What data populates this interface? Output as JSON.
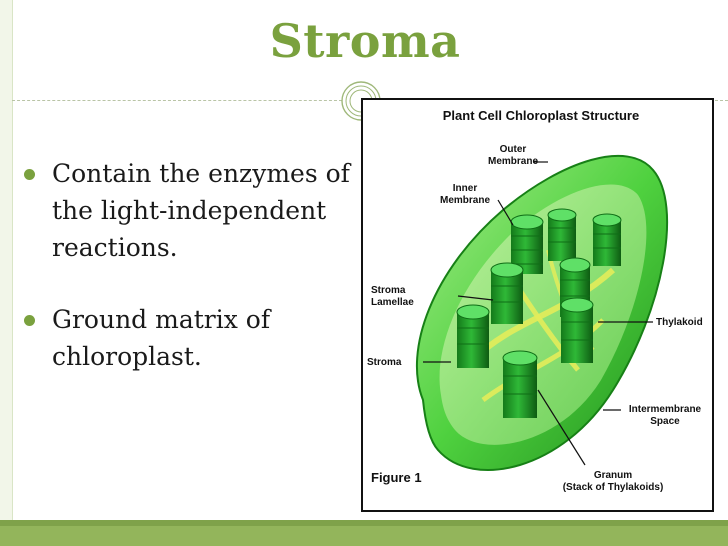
{
  "slide": {
    "title": "Stroma",
    "bullets": [
      "Contain the enzymes of the light-independent reactions.",
      "Ground matrix of chloroplast."
    ]
  },
  "figure": {
    "heading": "Plant Cell Chloroplast Structure",
    "labels": {
      "outer_membrane_1": "Outer",
      "outer_membrane_2": "Membrane",
      "inner_membrane_1": "Inner",
      "inner_membrane_2": "Membrane",
      "stroma_lamellae_1": "Stroma",
      "stroma_lamellae_2": "Lamellae",
      "stroma": "Stroma",
      "thylakoid": "Thylakoid",
      "intermembrane_1": "Intermembrane",
      "intermembrane_2": "Space",
      "granum_1": "Granum",
      "granum_2": "(Stack of Thylakoids)",
      "caption": "Figure 1"
    }
  },
  "colors": {
    "accent": "#7aa13e",
    "bottom_bar": "#93b55b",
    "text": "#1a1a1a"
  }
}
